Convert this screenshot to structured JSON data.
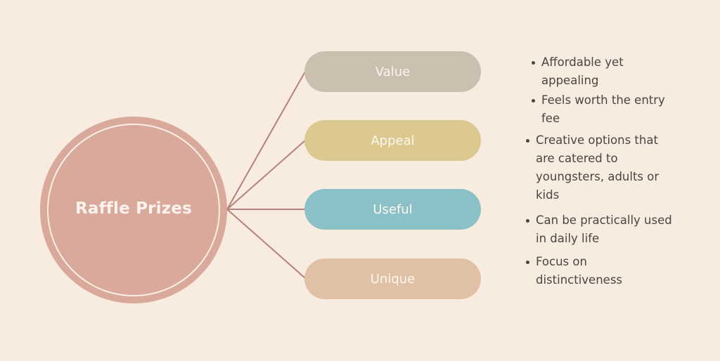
{
  "diagram": {
    "hub": {
      "label": "Raffle Prizes",
      "color": "#d9a99c"
    },
    "connector_color": "#b4827a",
    "branches": [
      {
        "label": "Value",
        "color": "#cbbfaf"
      },
      {
        "label": "Appeal",
        "color": "#dcc98f"
      },
      {
        "label": "Useful",
        "color": "#8bc1c6"
      },
      {
        "label": "Unique",
        "color": "#e0c1a6"
      }
    ],
    "bullets": [
      {
        "lines": [
          "Affordable yet",
          "appealing"
        ]
      },
      {
        "lines": [
          "Feels worth the entry",
          "fee"
        ]
      },
      {
        "lines": [
          "Creative options that",
          "are catered to",
          "youngsters, adults or",
          "kids"
        ]
      },
      {
        "lines": [
          "Can be practically used",
          "in daily life"
        ]
      },
      {
        "lines": [
          "Focus on",
          "distinctiveness"
        ]
      }
    ]
  }
}
